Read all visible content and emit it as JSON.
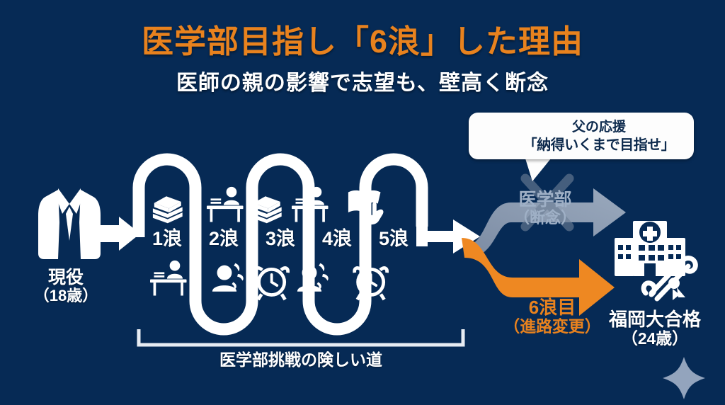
{
  "header": {
    "title": "医学部目指し「6浪」した理由",
    "subtitle": "医師の親の影響で志望も、壁高く断念",
    "title_color": "#E8821E",
    "background_color": "#062a55"
  },
  "start": {
    "icon": "school-blazer-icon",
    "label": "現役",
    "sublabel": "（18歳）"
  },
  "path": {
    "bracket_caption": "医学部挑戦の険しい道",
    "steps": [
      {
        "label": "1浪",
        "icon_top": "stacked-books-icon",
        "icon_bottom": "person-at-desk-icon"
      },
      {
        "label": "2浪",
        "icon_top": "person-at-desk-icon",
        "icon_bottom": "stressed-person-icon"
      },
      {
        "label": "3浪",
        "icon_top": "stacked-books-icon",
        "icon_bottom": "alarm-clock-icon"
      },
      {
        "label": "4浪",
        "icon_top": "person-at-desk-icon",
        "icon_bottom": "stressed-person-icon"
      },
      {
        "label": "5浪",
        "icon_top": "open-book-hand-icon",
        "icon_bottom": "alarm-clock-icon"
      }
    ]
  },
  "bubble": {
    "icon": "speech-bubbles-icon",
    "line1": "父の応援",
    "line2": "「納得いくまで目指せ」"
  },
  "branch_abandoned": {
    "label": "医学部",
    "sublabel": "（断念）",
    "color": "#8e9db2",
    "mark": "x-cross-icon"
  },
  "branch_taken": {
    "label": "6浪目",
    "sublabel": "（進路変更）",
    "color": "#E8821E"
  },
  "goal": {
    "icon": "hospital-building-icon",
    "icon_secondary": "diploma-scroll-icon",
    "label": "福岡大合格",
    "sublabel": "（24歳）"
  },
  "decoration": {
    "sparkle": "sparkle-icon"
  }
}
